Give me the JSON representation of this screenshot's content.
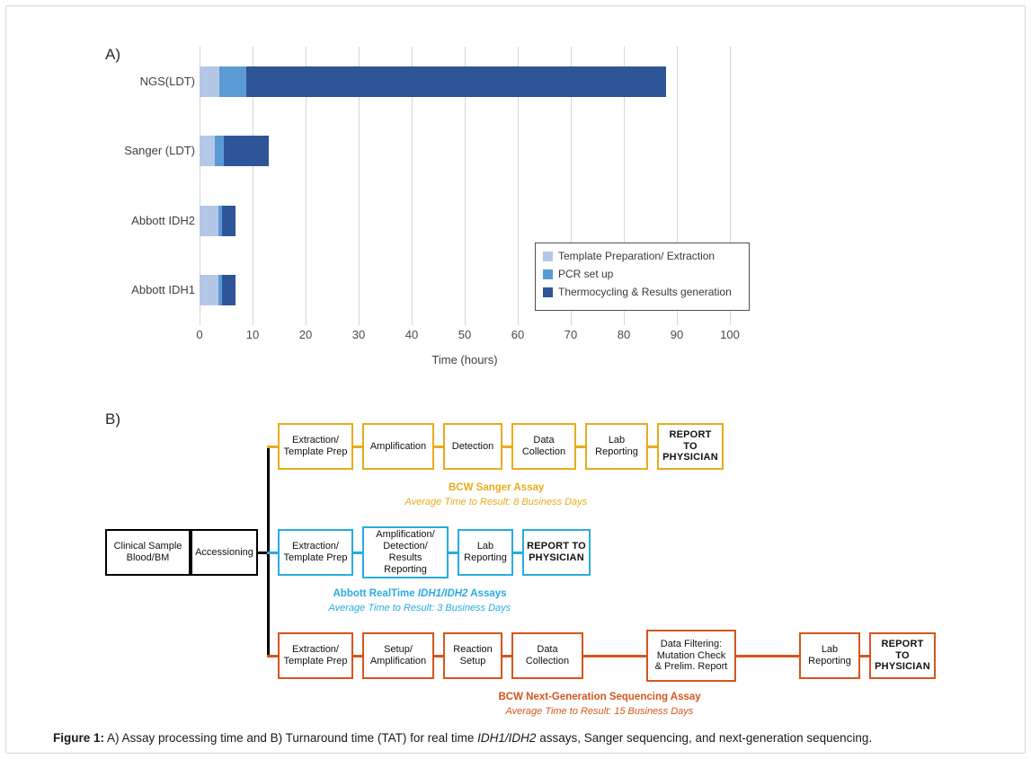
{
  "panels": {
    "a_label": "A)",
    "b_label": "B)"
  },
  "chart_data": {
    "type": "bar",
    "orientation": "horizontal",
    "stacked": true,
    "title": "",
    "xlabel": "Time (hours)",
    "ylabel": "",
    "xlim": [
      0,
      100
    ],
    "xticks": [
      0,
      10,
      20,
      30,
      40,
      50,
      60,
      70,
      80,
      90,
      100
    ],
    "grid": "vertical",
    "legend_position": "inside-right-middle",
    "categories": [
      "Abbott IDH1",
      "Abbott IDH2",
      "Sanger (LDT)",
      "NGS(LDT)"
    ],
    "series": [
      {
        "name": "Template Preparation/ Extraction",
        "color": "#b4c7e7",
        "values": [
          3.5,
          3.5,
          2.9,
          3.7
        ]
      },
      {
        "name": "PCR set up",
        "color": "#5b9bd5",
        "values": [
          0.8,
          0.8,
          1.7,
          5.1
        ]
      },
      {
        "name": "Thermocycling &  Results generation",
        "color": "#2e5597",
        "values": [
          2.5,
          2.5,
          8.4,
          79.2
        ]
      }
    ],
    "totals": [
      6.8,
      6.8,
      13.0,
      88.0
    ]
  },
  "legend": {
    "items": [
      {
        "label": "Template Preparation/ Extraction",
        "color": "#b4c7e7"
      },
      {
        "label": "PCR set up",
        "color": "#5b9bd5"
      },
      {
        "label": "Thermocycling &  Results generation",
        "color": "#2e5597"
      }
    ]
  },
  "flow": {
    "intake": [
      {
        "line1": "Clinical Sample",
        "line2": "Blood/BM"
      },
      {
        "line1": "Accessioning",
        "line2": ""
      }
    ],
    "rows": [
      {
        "color": "#e8ac1b",
        "title": "BCW Sanger Assay",
        "title_italic_part": "",
        "subtitle": "Average Time to Result: 8 Business Days",
        "steps": [
          {
            "lines": [
              "Extraction/",
              "Template Prep"
            ],
            "bold": false,
            "width": 84
          },
          {
            "lines": [
              "Amplification"
            ],
            "bold": false,
            "width": 80
          },
          {
            "lines": [
              "Detection"
            ],
            "bold": false,
            "width": 66
          },
          {
            "lines": [
              "Data",
              "Collection"
            ],
            "bold": false,
            "width": 72
          },
          {
            "lines": [
              "Lab",
              "Reporting"
            ],
            "bold": false,
            "width": 70
          },
          {
            "lines": [
              "REPORT TO",
              "PHYSICIAN"
            ],
            "bold": true,
            "width": 74
          }
        ]
      },
      {
        "color": "#29abe2",
        "title_prefix": "Abbott RealTime ",
        "title_italic": "IDH1/IDH2",
        "title_suffix": " Assays",
        "title": "Abbott RealTime IDH1/IDH2 Assays",
        "subtitle": "Average Time to Result: 3 Business Days",
        "steps": [
          {
            "lines": [
              "Extraction/",
              "Template Prep"
            ],
            "bold": false,
            "width": 84
          },
          {
            "lines": [
              "Amplification/",
              "Detection/",
              "Results Reporting"
            ],
            "bold": false,
            "width": 96
          },
          {
            "lines": [
              "Lab",
              "Reporting"
            ],
            "bold": false,
            "width": 62
          },
          {
            "lines": [
              "REPORT TO",
              "PHYSICIAN"
            ],
            "bold": true,
            "width": 76
          }
        ]
      },
      {
        "color": "#d4561f",
        "title": "BCW Next-Generation Sequencing Assay",
        "subtitle": "Average Time to Result: 15 Business Days",
        "steps": [
          {
            "lines": [
              "Extraction/",
              "Template Prep"
            ],
            "bold": false,
            "width": 84
          },
          {
            "lines": [
              "Setup/",
              "Amplification"
            ],
            "bold": false,
            "width": 80
          },
          {
            "lines": [
              "Reaction",
              "Setup"
            ],
            "bold": false,
            "width": 66
          },
          {
            "lines": [
              "Data",
              "Collection"
            ],
            "bold": false,
            "width": 80
          },
          {
            "lines": [
              "Data Filtering:",
              "Mutation Check",
              "& Prelim. Report"
            ],
            "bold": false,
            "width": 100
          },
          {
            "lines": [
              "Lab",
              "Reporting"
            ],
            "bold": false,
            "width": 68
          },
          {
            "lines": [
              "REPORT TO",
              "PHYSICIAN"
            ],
            "bold": true,
            "width": 74
          }
        ]
      }
    ]
  },
  "caption": {
    "label": "Figure 1:",
    "text_1": " A) Assay processing time and B) Turnaround time (TAT) for real time ",
    "italic_1": "IDH1/IDH2",
    "text_2": " assays, Sanger sequencing, and next-generation sequencing."
  }
}
